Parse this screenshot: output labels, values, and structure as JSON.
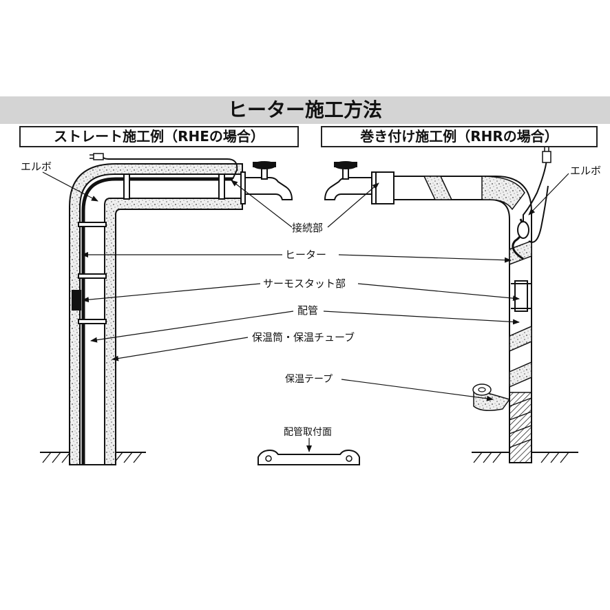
{
  "title": "ヒーター施工方法",
  "examples": {
    "left_title": "ストレート施工例（RHEの場合）",
    "right_title": "巻き付け施工例（RHRの場合）"
  },
  "labels": {
    "elbow_left": "エルボ",
    "elbow_right": "エルボ",
    "connection": "接続部",
    "heater": "ヒーター",
    "thermostat": "サーモスタット部",
    "piping": "配管",
    "insulation_tube": "保温筒・保温チューブ",
    "insulation_tape": "保温テープ",
    "pipe_mount_surface": "配管取付面"
  }
}
